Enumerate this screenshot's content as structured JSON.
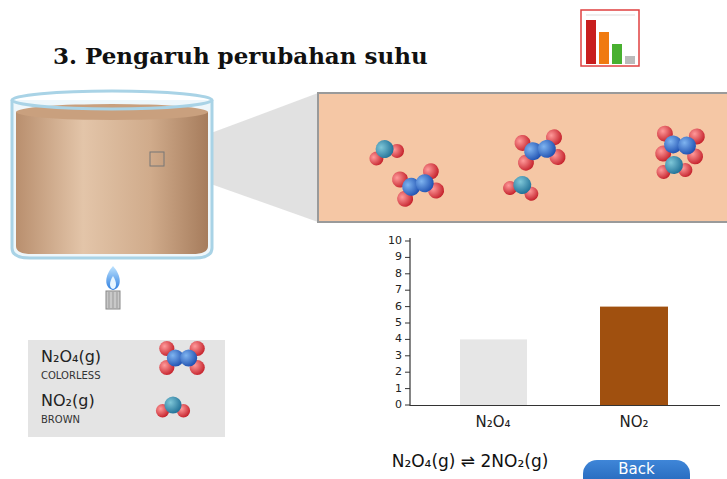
{
  "diagram": {
    "title": "3. Pengaruh perubahan suhu",
    "nodes": [
      {
        "text": [
          "Back"
        ]
      }
    ],
    "labels": [
      "0",
      "1",
      "2",
      "3",
      "4",
      "5",
      "6",
      "7",
      "8",
      "9",
      "10",
      "N₂O₄",
      "NO₂",
      "COLORLESS",
      "BROWN",
      "N₂O₄(g) ⇌ 2NO₂(g)"
    ],
    "legend": [
      {
        "text": "N₂O₄(g)"
      },
      {
        "text": "NO₂(g)"
      }
    ]
  }
}
